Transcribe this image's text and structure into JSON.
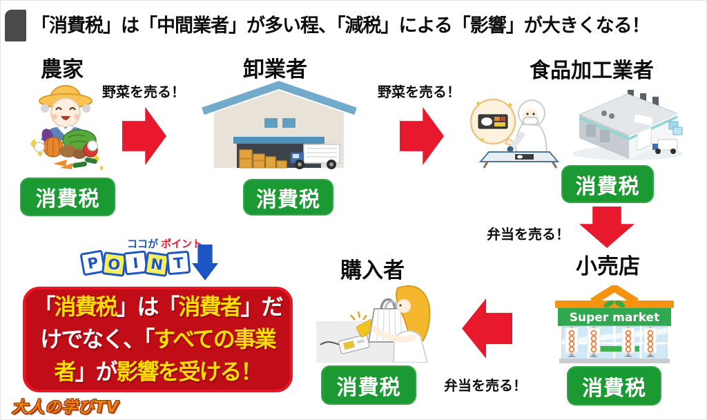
{
  "title": "「消費税」は「中間業者」が多い程、「減税」による「影響」が大きくなる！",
  "stages": [
    {
      "label": "農家",
      "badge": "消費税"
    },
    {
      "label": "卸業者",
      "badge": "消費税"
    },
    {
      "label": "食品加工業者",
      "badge": "消費税"
    },
    {
      "label": "小売店",
      "badge": "消費税"
    },
    {
      "label": "購入者",
      "badge": "消費税"
    }
  ],
  "flow_labels": [
    {
      "text": "野菜を売る！"
    },
    {
      "text": "野菜を売る！"
    },
    {
      "text": "弁当を売る！"
    },
    {
      "text": "弁当を売る！"
    }
  ],
  "point_logo": {
    "kana_left": "ココが",
    "kana_right": "ポイント",
    "letters": [
      "P",
      "O",
      "I",
      "N",
      "T"
    ]
  },
  "callout_lines": [
    [
      {
        "t": "「",
        "c": "w"
      },
      {
        "t": "消費税",
        "c": "y"
      },
      {
        "t": "」は「",
        "c": "w"
      },
      {
        "t": "消費者",
        "c": "y"
      },
      {
        "t": "」だ",
        "c": "w"
      }
    ],
    [
      {
        "t": "けでなく、「",
        "c": "w"
      },
      {
        "t": "すべての事業",
        "c": "y"
      }
    ],
    [
      {
        "t": "者",
        "c": "y"
      },
      {
        "t": "」が",
        "c": "w"
      },
      {
        "t": "影響を受ける！",
        "c": "y"
      }
    ]
  ],
  "supermarket_sign": "Super market",
  "watermark": "大人の学びTV",
  "colors": {
    "arrow_red": "#e8192d",
    "badge_green": "#1b9a33",
    "callout_bg": "#c10d17",
    "callout_yellow": "#ffdf00",
    "point_blue": "#1d55c4",
    "title_tab_gray": "#4a4a4a",
    "supermarket_orange": "#f5920f",
    "supermarket_green": "#2fa84f"
  }
}
